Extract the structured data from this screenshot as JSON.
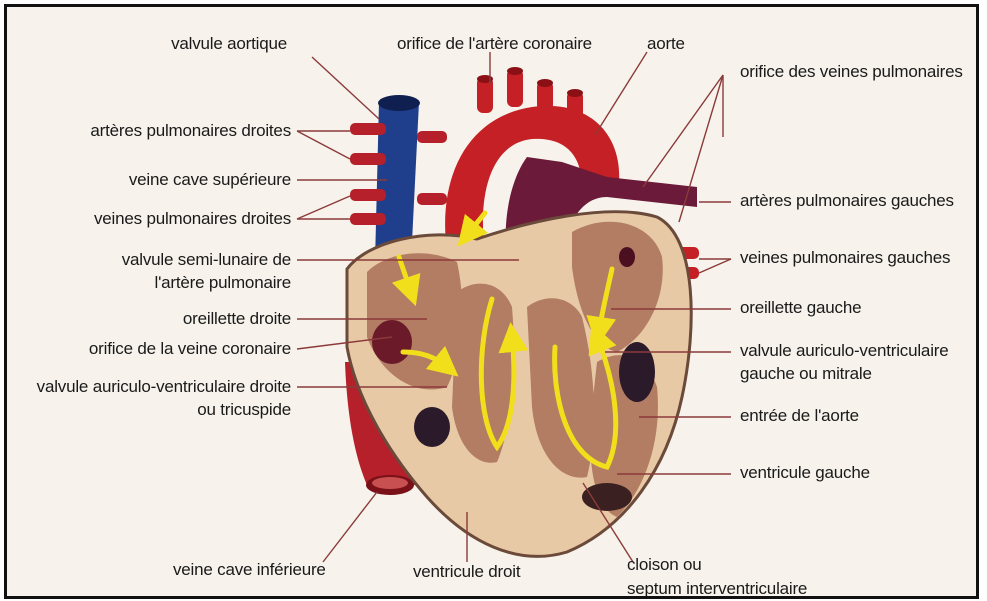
{
  "diagram": {
    "labels": {
      "valvule_aortique": "valvule aortique",
      "orifice_artere_coronaire": "orifice de l'artère coronaire",
      "aorte": "aorte",
      "orifice_veines_pulmonaires": "orifice des veines pulmonaires",
      "arteres_pulmonaires_droites": "artères pulmonaires droites",
      "veine_cave_superieure": "veine cave supérieure",
      "veines_pulmonaires_droites": "veines pulmonaires droites",
      "valvule_semi_lunaire_l1": "valvule semi-lunaire de",
      "valvule_semi_lunaire_l2": "l'artère pulmonaire",
      "oreillette_droite": "oreillette droite",
      "orifice_veine_coronaire": "orifice de la veine coronaire",
      "valvule_av_droite_l1": "valvule auriculo-ventriculaire droite",
      "valvule_av_droite_l2": "ou tricuspide",
      "veine_cave_inferieure": "veine cave inférieure",
      "ventricule_droit": "ventricule droit",
      "cloison_l1": "cloison ou",
      "cloison_l2": "septum interventriculaire",
      "arteres_pulmonaires_gauches": "artères pulmonaires gauches",
      "veines_pulmonaires_gauches": "veines pulmonaires gauches",
      "oreillette_gauche": "oreillette gauche",
      "valvule_av_gauche_l1": "valvule auriculo-ventriculaire",
      "valvule_av_gauche_l2": "gauche ou mitrale",
      "entree_aorte": "entrée de l'aorte",
      "ventricule_gauche": "ventricule gauche"
    },
    "colors": {
      "background": "#f7f3ec",
      "vein_blue": "#1f3f8c",
      "artery_red": "#c42025",
      "pulmonary_purple": "#6b1a3a",
      "wall_outer": "#e8c9a6",
      "chamber": "#b27d63",
      "flow_arrow": "#f2df1c",
      "leader_line": "#8b3a3a"
    }
  }
}
